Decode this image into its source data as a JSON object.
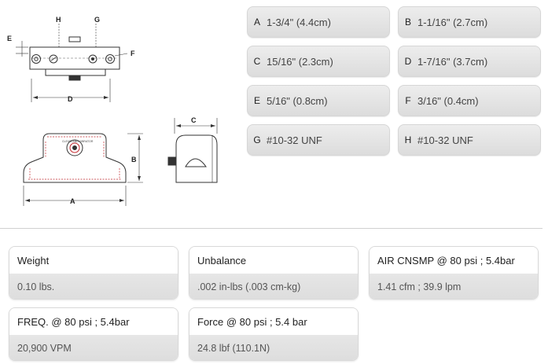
{
  "drawing": {
    "top_view_labels": {
      "h": "H",
      "g": "G",
      "e": "E",
      "f": "F",
      "d": "D"
    },
    "front_view_labels": {
      "b": "B",
      "a": "A"
    },
    "side_view_labels": {
      "c": "C"
    },
    "brand_text": "CLEVELAND VIBRATOR",
    "colors": {
      "line": "#333333",
      "accent": "#c2272d"
    }
  },
  "dimensions": [
    {
      "letter": "A",
      "value": "1-3/4\" (4.4cm)"
    },
    {
      "letter": "B",
      "value": "1-1/16\" (2.7cm)"
    },
    {
      "letter": "C",
      "value": "15/16\" (2.3cm)"
    },
    {
      "letter": "D",
      "value": "1-7/16\" (3.7cm)"
    },
    {
      "letter": "E",
      "value": "5/16\" (0.8cm)"
    },
    {
      "letter": "F",
      "value": "3/16\" (0.4cm)"
    },
    {
      "letter": "G",
      "value": "#10-32 UNF"
    },
    {
      "letter": "H",
      "value": "#10-32 UNF"
    }
  ],
  "specs": [
    {
      "label": "Weight",
      "value": "0.10 lbs."
    },
    {
      "label": "Unbalance",
      "value": ".002 in-lbs  (.003 cm-kg)"
    },
    {
      "label": "AIR CNSMP @ 80 psi ; 5.4bar",
      "value": "1.41 cfm ; 39.9 lpm"
    },
    {
      "label": "FREQ. @ 80 psi ; 5.4bar",
      "value": "20,900 VPM"
    },
    {
      "label": "Force @ 80 psi ; 5.4 bar",
      "value": "24.8 lbf  (110.1N)"
    }
  ]
}
